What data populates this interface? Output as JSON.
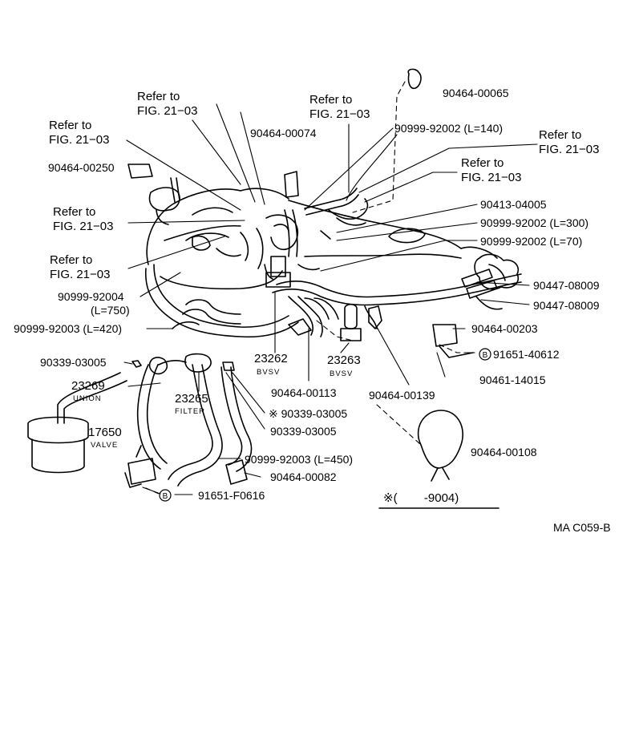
{
  "diagram_code": "MA  C059-B",
  "footnote": {
    "symbol": "※",
    "text": "(        -9004)"
  },
  "refer": {
    "line1": "Refer to",
    "line2": "FIG. 21−03"
  },
  "circled_b": "B",
  "labels": {
    "p90464_00065": "90464-00065",
    "p90464_00074": "90464-00074",
    "p90999_92002_140": "90999-92002 (L=140)",
    "p90464_00250": "90464-00250",
    "p90413_04005": "90413-04005",
    "p90999_92002_300": "90999-92002 (L=300)",
    "p90999_92002_70": "90999-92002 (L=70)",
    "p90999_92004": "90999-92004",
    "p90999_92004_len": "(L=750)",
    "p90447_08009_a": "90447-08009",
    "p90447_08009_b": "90447-08009",
    "p90999_92003_420": "90999-92003 (L=420)",
    "p90464_00203": "90464-00203",
    "p91651_40612": "91651-40612",
    "p90339_03005_a": "90339-03005",
    "p23262": "23262",
    "p23262_name": "BVSV",
    "p23263": "23263",
    "p23263_name": "BVSV",
    "p90461_14015": "90461-14015",
    "p23269": "23269",
    "p23269_name": "UNION",
    "p90464_00113": "90464-00113",
    "p90464_00139": "90464-00139",
    "p23265": "23265",
    "p23265_name": "FILTER",
    "p90339_03005_star": "90339-03005",
    "p90339_03005_b": "90339-03005",
    "p17650": "17650",
    "p17650_name": "VALVE",
    "p90464_00108": "90464-00108",
    "p90999_92003_450": "90999-92003 (L=450)",
    "p90464_00082": "90464-00082",
    "p91651_F0616": "91651-F0616"
  }
}
